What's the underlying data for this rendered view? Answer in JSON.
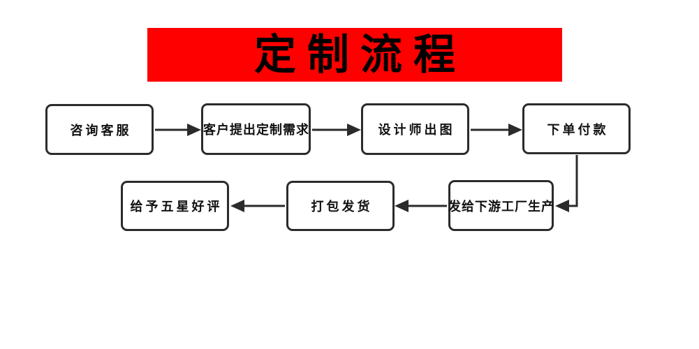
{
  "title": {
    "text": "定制流程",
    "bg_color": "#fe0000",
    "text_color": "#000000"
  },
  "flow": {
    "nodes": [
      {
        "id": "consult-service",
        "label": "咨询客服"
      },
      {
        "id": "customer-request",
        "label": "客户提出定制需求"
      },
      {
        "id": "designer-drawing",
        "label": "设计师出图"
      },
      {
        "id": "order-payment",
        "label": "下单付款"
      },
      {
        "id": "factory-production",
        "label": "发给下游工厂生产"
      },
      {
        "id": "pack-ship",
        "label": "打包发货"
      },
      {
        "id": "five-star-review",
        "label": "给予五星好评"
      }
    ],
    "edges": [
      {
        "from": "咨询客服",
        "to": "客户提出定制需求"
      },
      {
        "from": "客户提出定制需求",
        "to": "设计师出图"
      },
      {
        "from": "设计师出图",
        "to": "下单付款"
      },
      {
        "from": "下单付款",
        "to": "发给下游工厂生产"
      },
      {
        "from": "发给下游工厂生产",
        "to": "打包发货"
      },
      {
        "from": "打包发货",
        "to": "给予五星好评"
      }
    ],
    "line_color": "#2b2b2b"
  }
}
